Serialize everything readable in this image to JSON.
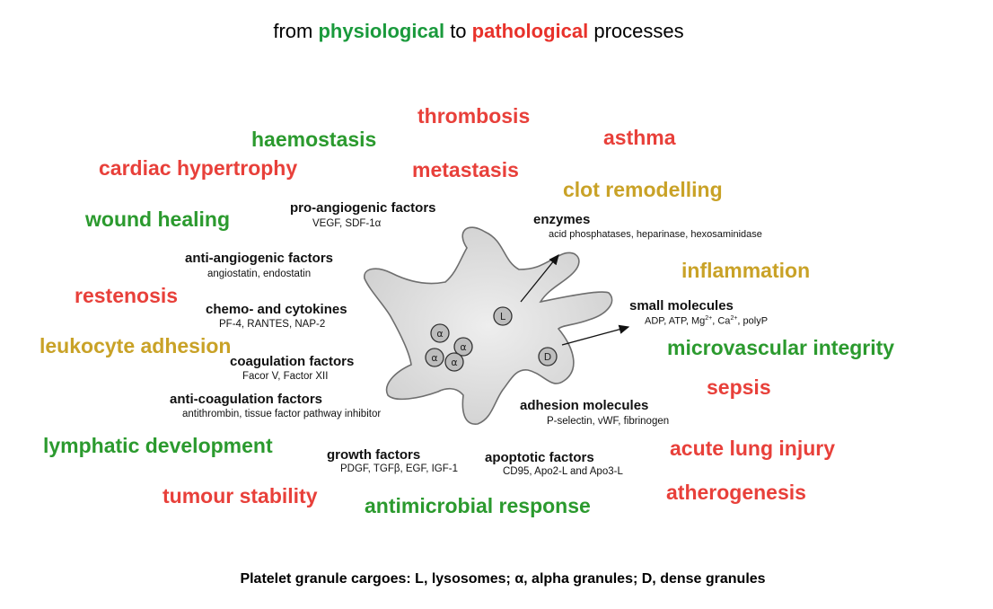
{
  "title": {
    "prefix": "from",
    "word1": "physiological",
    "middle": "to",
    "word2": "pathological",
    "suffix": "processes",
    "word1_color": "#1a9a3c",
    "word2_color": "#e8322b"
  },
  "processes": {
    "thrombosis": "thrombosis",
    "asthma": "asthma",
    "haemostasis": "haemostasis",
    "cardiac_hypertrophy": "cardiac hypertrophy",
    "metastasis": "metastasis",
    "clot_remodelling": "clot remodelling",
    "wound_healing": "wound healing",
    "inflammation": "inflammation",
    "restenosis": "restenosis",
    "leukocyte_adhesion": "leukocyte adhesion",
    "microvascular_integrity": "microvascular integrity",
    "sepsis": "sepsis",
    "lymphatic_development": "lymphatic development",
    "acute_lung_injury": "acute lung injury",
    "tumour_stability": "tumour stability",
    "atherogenesis": "atherogenesis",
    "antimicrobial_response": "antimicrobial response"
  },
  "colors": {
    "pathological": "#e8403a",
    "physiological": "#2b9a2e",
    "mixed": "#c9a227",
    "platelet_fill": "#d9d9d9",
    "platelet_stroke": "#6e6e6e"
  },
  "cargo": {
    "pro_angiogenic": {
      "name": "pro-angiogenic factors",
      "examples": "VEGF, SDF-1α"
    },
    "enzymes": {
      "name": "enzymes",
      "examples": "acid phosphatases, heparinase, hexosaminidase"
    },
    "anti_angiogenic": {
      "name": "anti-angiogenic factors",
      "examples": "angiostatin, endostatin"
    },
    "chemokines": {
      "name": "chemo- and cytokines",
      "examples": "PF-4, RANTES, NAP-2"
    },
    "small_molecules": {
      "name": "small molecules",
      "examples_prefix": "ADP, ATP, Mg",
      "examples_sup1": "2+",
      "examples_mid": ", Ca",
      "examples_sup2": "2+",
      "examples_suffix": ", polyP"
    },
    "coagulation": {
      "name": "coagulation factors",
      "examples": "Facor V, Factor XII"
    },
    "anti_coagulation": {
      "name": "anti-coagulation factors",
      "examples": "antithrombin, tissue factor pathway inhibitor"
    },
    "adhesion": {
      "name": "adhesion molecules",
      "examples": "P-selectin, vWF, fibrinogen"
    },
    "growth": {
      "name": "growth factors",
      "examples": "PDGF, TGFβ, EGF, IGF-1"
    },
    "apoptotic": {
      "name": "apoptotic factors",
      "examples": "CD95, Apo2-L and Apo3-L"
    }
  },
  "granules": {
    "lysosome": "L",
    "alpha": "α",
    "dense": "D"
  },
  "caption": "Platelet granule cargoes: L, lysosomes;  α, alpha granules;  D, dense granules"
}
